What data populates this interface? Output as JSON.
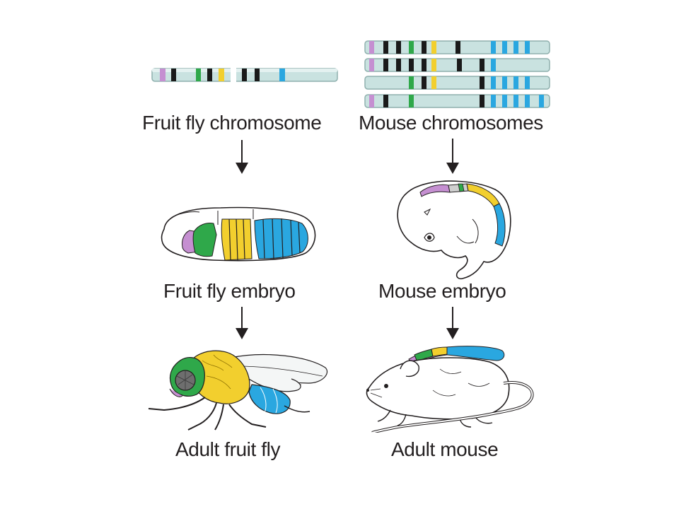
{
  "labels": {
    "fly_chromosome": "Fruit fly chromosome",
    "mouse_chromosomes": "Mouse chromosomes",
    "fly_embryo": "Fruit fly embryo",
    "mouse_embryo": "Mouse embryo",
    "adult_fly": "Adult fruit fly",
    "adult_mouse": "Adult mouse"
  },
  "colors": {
    "chromosome_fill": "#c9e2e0",
    "chromosome_outline": "#8fb0ae",
    "band_black": "#1a1a1a",
    "band_pink": "#c58fd1",
    "band_green": "#2fa84a",
    "band_yellow": "#f2cf2e",
    "band_blue": "#2aa7e0",
    "outline": "#231f20"
  }
}
